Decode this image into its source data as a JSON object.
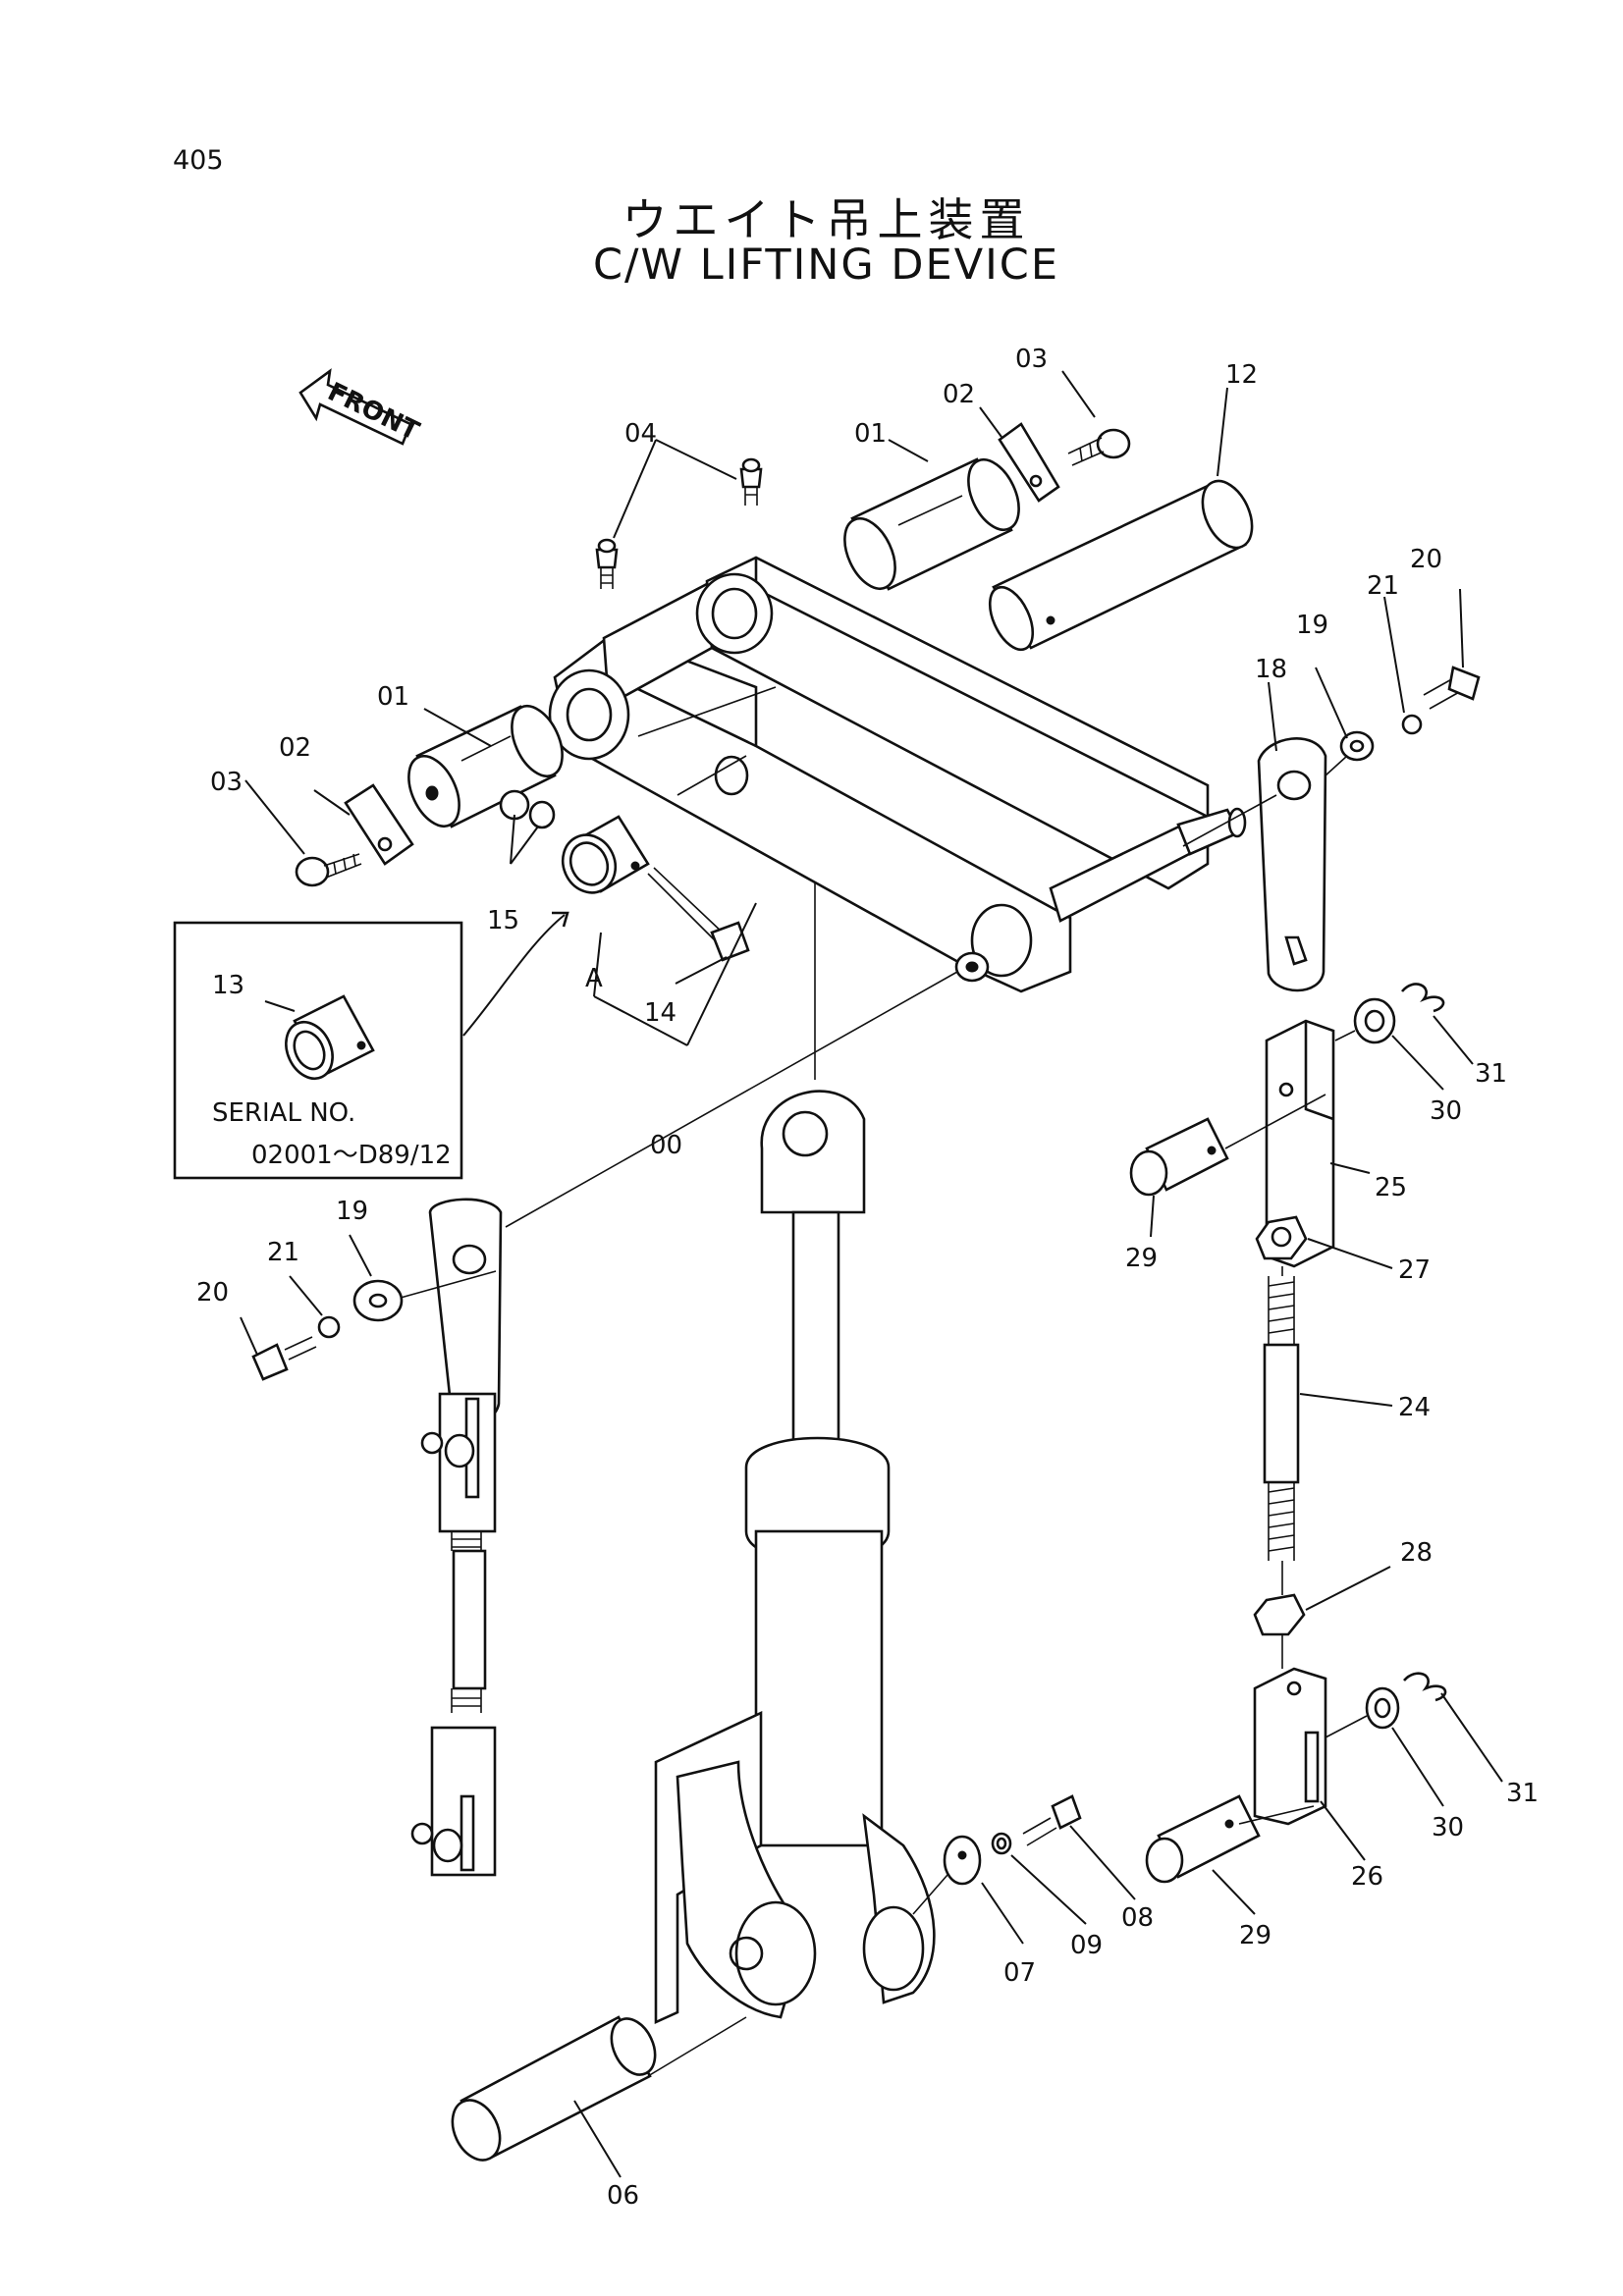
{
  "page": {
    "number": "405",
    "title_jp": "ウエイト吊上装置",
    "title_en": "C/W LIFTING DEVICE"
  },
  "direction_marker": {
    "text": "FRONT",
    "icon": "front-arrow-icon"
  },
  "inset": {
    "part_label": "13",
    "serial_label": "SERIAL  NO.",
    "serial_range": "02001～D89/12"
  },
  "group_label": "A",
  "callouts": [
    "00",
    "01",
    "01",
    "02",
    "02",
    "03",
    "03",
    "04",
    "06",
    "07",
    "08",
    "09",
    "12",
    "13",
    "14",
    "15",
    "18",
    "19",
    "19",
    "20",
    "20",
    "21",
    "21",
    "24",
    "25",
    "26",
    "27",
    "28",
    "29",
    "29",
    "30",
    "30",
    "31",
    "31"
  ],
  "callout_map": {
    "c00": "00",
    "c01a": "01",
    "c01b": "01",
    "c02a": "02",
    "c02b": "02",
    "c03a": "03",
    "c03b": "03",
    "c04": "04",
    "c06": "06",
    "c07": "07",
    "c08": "08",
    "c09": "09",
    "c12": "12",
    "c14": "14",
    "c15": "15",
    "c18": "18",
    "c19a": "19",
    "c19b": "19",
    "c20a": "20",
    "c20b": "20",
    "c21a": "21",
    "c21b": "21",
    "c24": "24",
    "c25": "25",
    "c26": "26",
    "c27": "27",
    "c28": "28",
    "c29a": "29",
    "c29b": "29",
    "c30a": "30",
    "c30b": "30",
    "c31a": "31",
    "c31b": "31"
  }
}
